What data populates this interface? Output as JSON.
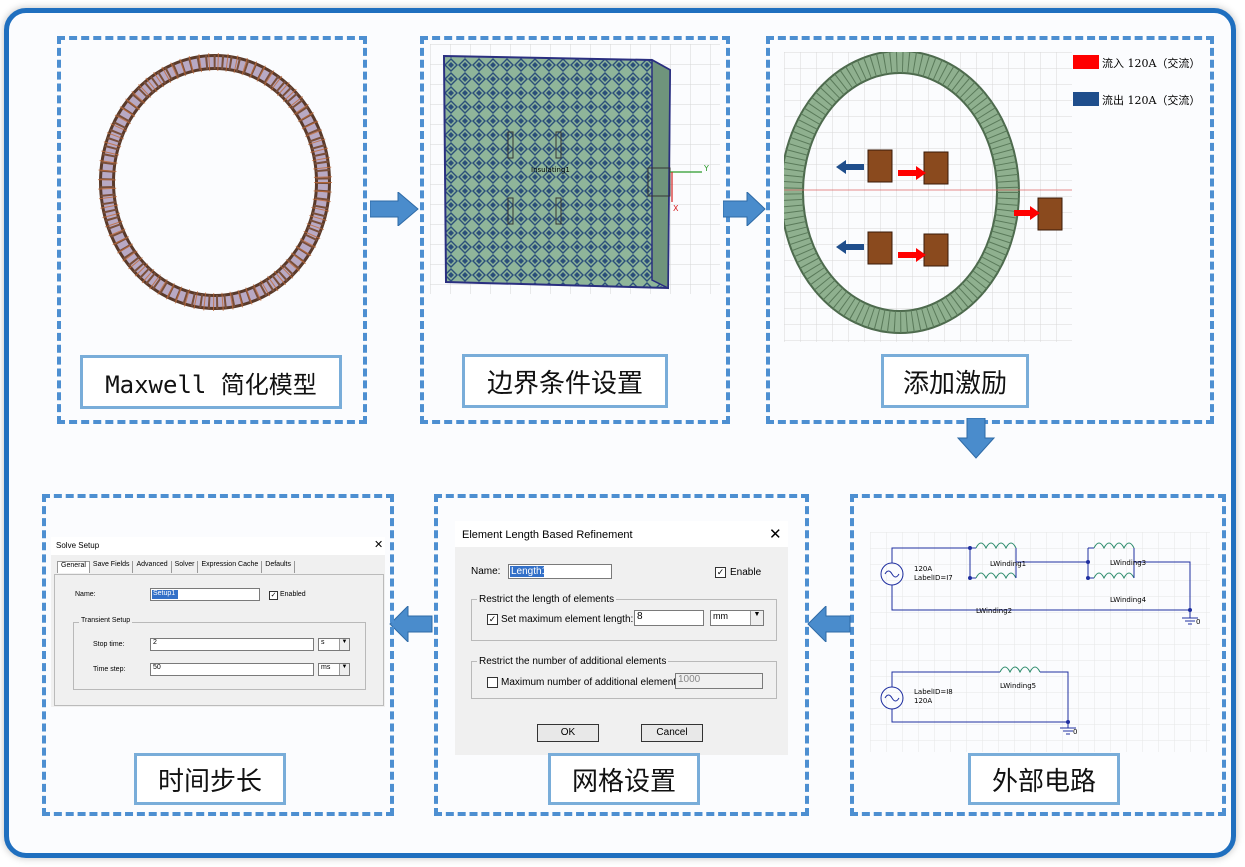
{
  "colors": {
    "frame": "#1f6fbf",
    "dash": "#4d8fd1",
    "label_border": "#79add9",
    "arrow": "#4a8ccc",
    "red": "#ff0000",
    "blue": "#1f4e8c"
  },
  "steps": {
    "model": "Maxwell 简化模型",
    "boundary": "边界条件设置",
    "excitation": "添加激励",
    "circuit": "外部电路",
    "mesh": "网格设置",
    "timestep": "时间步长"
  },
  "boundary_panel": {
    "tag": "Insulating1",
    "axis_y": "Y",
    "axis_x": "X"
  },
  "legend": {
    "in": "流入 120A（交流）",
    "out": "流出 120A（交流）"
  },
  "circuit": {
    "src1_current": "120A",
    "src1_label": "LabelID=I7",
    "src2_label": "LabelID=I8",
    "src2_current": "120A",
    "windings": [
      "LWinding1",
      "LWinding2",
      "LWinding3",
      "LWinding4",
      "LWinding5"
    ],
    "gnd": "0"
  },
  "mesh_dialog": {
    "title": "Element Length Based Refinement",
    "name_label": "Name:",
    "name_value": "Length1",
    "enable_label": "Enable",
    "group1": "Restrict the length of elements",
    "set_max_label": "Set maximum element length:",
    "max_value": "8",
    "unit": "mm",
    "group2": "Restrict the number of additional elements",
    "max_num_label": "Maximum number of additional elements:",
    "max_num_value": "1000",
    "ok": "OK",
    "cancel": "Cancel"
  },
  "solve_dialog": {
    "title": "Solve Setup",
    "tabs": [
      "General",
      "Save Fields",
      "Advanced",
      "Solver",
      "Expression Cache",
      "Defaults"
    ],
    "name_label": "Name:",
    "name_value": "Setup1",
    "enabled_label": "Enabled",
    "group": "Transient Setup",
    "stop_label": "Stop time:",
    "stop_value": "2",
    "stop_unit": "s",
    "step_label": "Time step:",
    "step_value": "50",
    "step_unit": "ms"
  }
}
